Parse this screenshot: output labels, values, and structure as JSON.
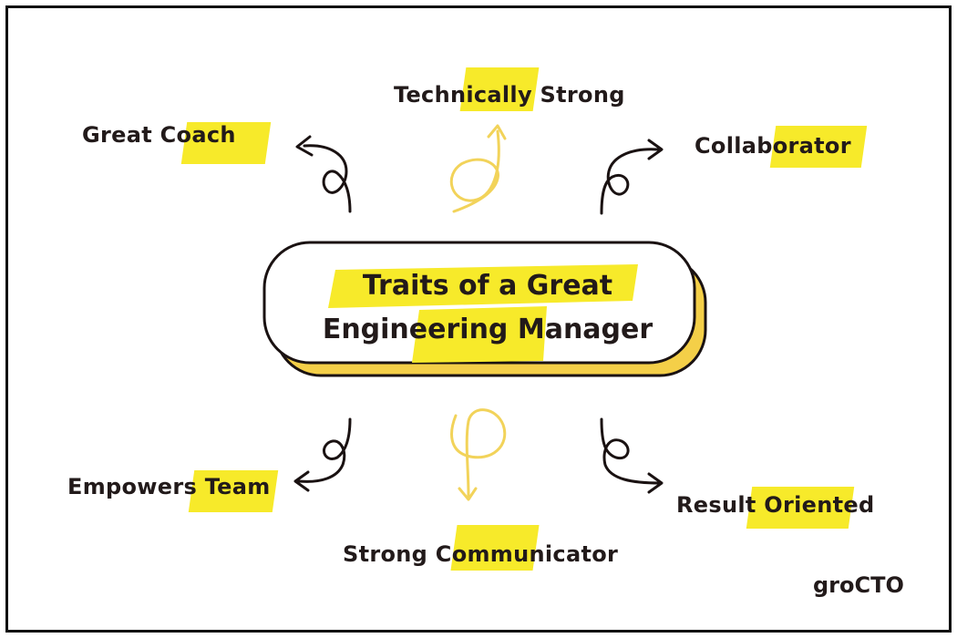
{
  "title": {
    "line1": "Traits of a Great",
    "line2": "Engineering Manager"
  },
  "traits": [
    {
      "id": "great-coach",
      "label": "Great Coach"
    },
    {
      "id": "technically-strong",
      "label": "Technically Strong"
    },
    {
      "id": "collaborator",
      "label": "Collaborator"
    },
    {
      "id": "empowers-team",
      "label": "Empowers Team"
    },
    {
      "id": "strong-communicator",
      "label": "Strong Communicator"
    },
    {
      "id": "result-oriented",
      "label": "Result Oriented"
    }
  ],
  "brand": "groCTO",
  "colors": {
    "highlight": "#f7ea2a",
    "arrow_dark": "#1a1212",
    "arrow_yellow": "#f2d35a",
    "text": "#221a1a"
  }
}
